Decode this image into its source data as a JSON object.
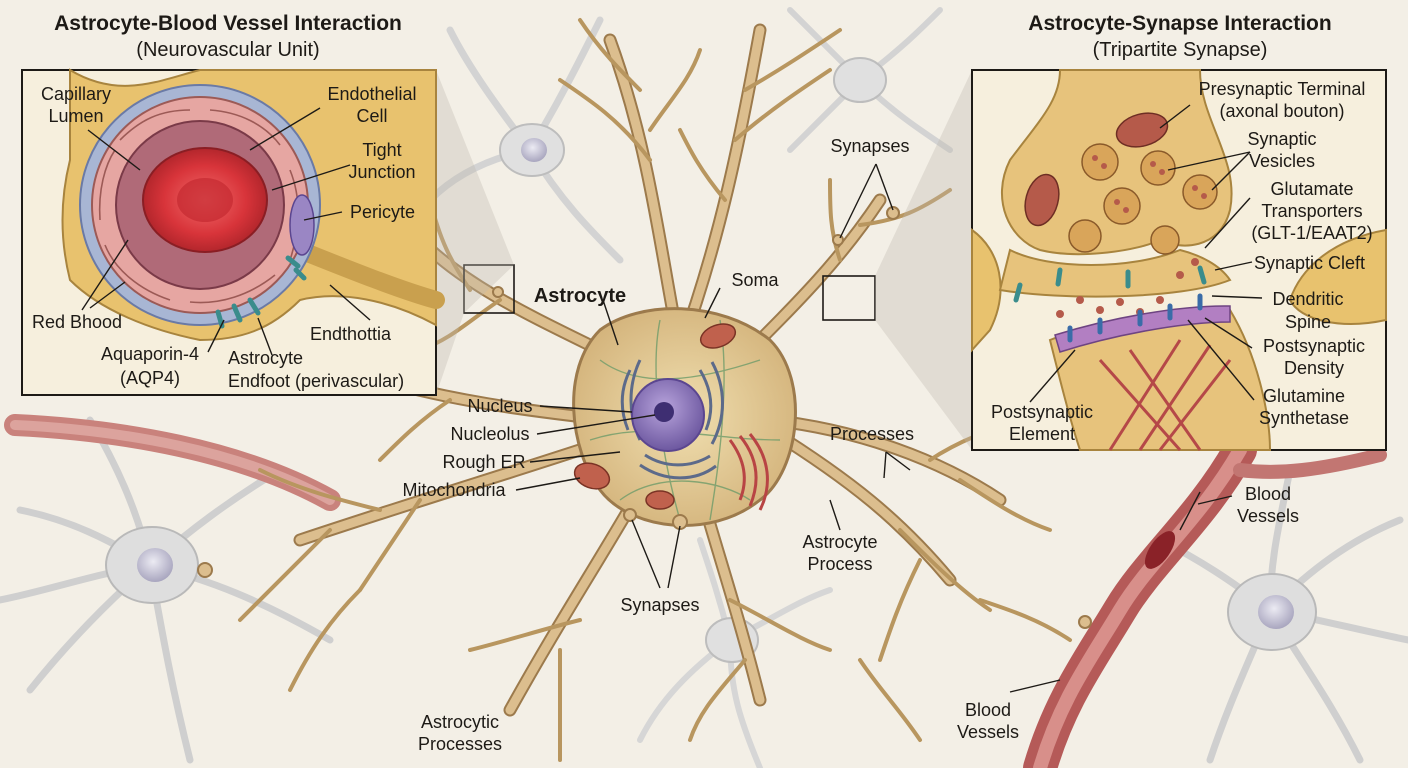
{
  "colors": {
    "background": "#f3efe6",
    "astrocyte": "#d8b98a",
    "astrocyte_outline": "#9c7a4c",
    "neighbor_cell": "#dcdcdc",
    "nucleus": "#8e78b8",
    "blood_vessel": "#b85a5a",
    "red_blood": "#d8343a",
    "glia_fibers": "#6f9c6a"
  },
  "titles": {
    "left": "Astrocyte-Blood Vessel Interaction",
    "left_sub": "(Neurovascular Unit)",
    "right": "Astrocyte-Synapse Interaction",
    "right_sub": "(Tripartite Synapse)"
  },
  "left_panel": {
    "capillary_1": "Capillary",
    "capillary_2": "Lumen",
    "endothelial_1": "Endothelial",
    "endothelial_2": "Cell",
    "tight_1": "Tight",
    "tight_2": "Junction",
    "pericyte": "Pericyte",
    "red_blood": "Red Bhood",
    "endthottia": "Endthottia",
    "aqp_1": "Aquaporin-4",
    "aqp_2": "(AQP4)",
    "endfoot_1": "Astrocyte",
    "endfoot_2": "Endfoot (perivascular)"
  },
  "right_panel": {
    "presyn_1": "Presynaptic Terminal",
    "presyn_2": "(axonal bouton)",
    "vesicles_1": "Synaptic",
    "vesicles_2": "Vesicles",
    "glut_1": "Glutamate",
    "glut_2": "Transporters",
    "glut_3": "(GLT-1/EAAT2)",
    "cleft": "Synaptic Cleft",
    "dendritic_1": "Dendritic",
    "dendritic_2": "Spine",
    "psd_1": "Postsynaptic",
    "psd_2": "Density",
    "gs_1": "Glutamine",
    "gs_2": "Synthetase",
    "post_1": "Postsynaptic",
    "post_2": "Element"
  },
  "main": {
    "astrocyte": "Astrocyte",
    "soma": "Soma",
    "synapses_top": "Synapses",
    "nucleus": "Nucleus",
    "nucleolus": "Nucleolus",
    "rough_er": "Rough ER",
    "mitochondria": "Mitochondria",
    "processes": "Processes",
    "astro_process_1": "Astrocyte",
    "astro_process_2": "Process",
    "synapses_bottom": "Synapses",
    "astrocytic_1": "Astrocytic",
    "astrocytic_2": "Processes",
    "blood_vessels_top_1": "Blood",
    "blood_vessels_top_2": "Vessels",
    "blood_vessels_bottom_1": "Blood",
    "blood_vessels_bottom_2": "Vessels"
  }
}
